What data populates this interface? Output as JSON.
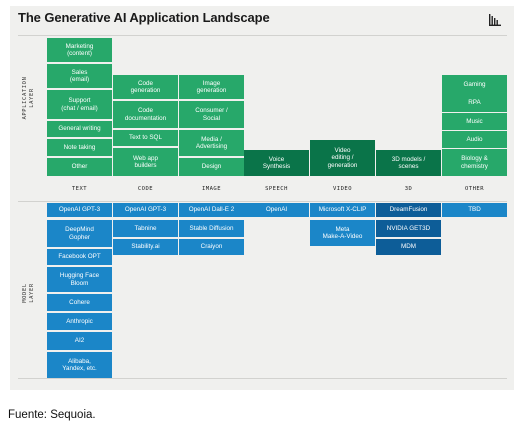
{
  "title": "The Generative AI Application Landscape",
  "layers": {
    "application": "APPLICATION\nLAYER",
    "model": "MODEL\nLAYER"
  },
  "columns": [
    "TEXT",
    "CODE",
    "IMAGE",
    "SPEECH",
    "VIDEO",
    "3D",
    "OTHER"
  ],
  "application_layer": {
    "text": [
      "Marketing\n(content)",
      "Sales\n(email)",
      "Support\n(chat / email)",
      "General writing",
      "Note taking",
      "Other"
    ],
    "code": [
      "Code\ngeneration",
      "Code\ndocumentation",
      "Text to SQL",
      "Web app\nbuilders"
    ],
    "image": [
      "Image\ngeneration",
      "Consumer /\nSocial",
      "Media /\nAdvertising",
      "Design"
    ],
    "speech": [
      "Voice\nSynthesis"
    ],
    "video": [
      "Video\nediting /\ngeneration"
    ],
    "threed": [
      "3D models /\nscenes"
    ],
    "other": [
      "Gaming",
      "RPA",
      "Music",
      "Audio",
      "Biology &\nchemistry"
    ]
  },
  "model_layer": {
    "text": [
      "OpenAI GPT-3",
      "DeepMind\nGopher",
      "Facebook OPT",
      "Hugging Face\nBloom",
      "Cohere",
      "Anthropic",
      "AI2",
      "Alibaba,\nYandex, etc."
    ],
    "code": [
      "OpenAI GPT-3",
      "Tabnine",
      "Stability.ai"
    ],
    "image": [
      "OpenAI Dall-E 2",
      "Stable Diffusion",
      "Craiyon"
    ],
    "speech": [
      "OpenAI"
    ],
    "video": [
      "Microsoft X-CLIP",
      "Meta\nMake-A-Video"
    ],
    "threed": [
      "DreamFusion",
      "NVIDIA GET3D",
      "MDM"
    ],
    "other": [
      "TBD"
    ]
  },
  "source": "Fuente: Sequoia.",
  "colors": {
    "app_green": "#27a86a",
    "app_dark_green": "#0a7449",
    "model_blue": "#1b86c8",
    "model_dark_blue": "#0d5d98",
    "card_background": "#f0f0ee"
  }
}
